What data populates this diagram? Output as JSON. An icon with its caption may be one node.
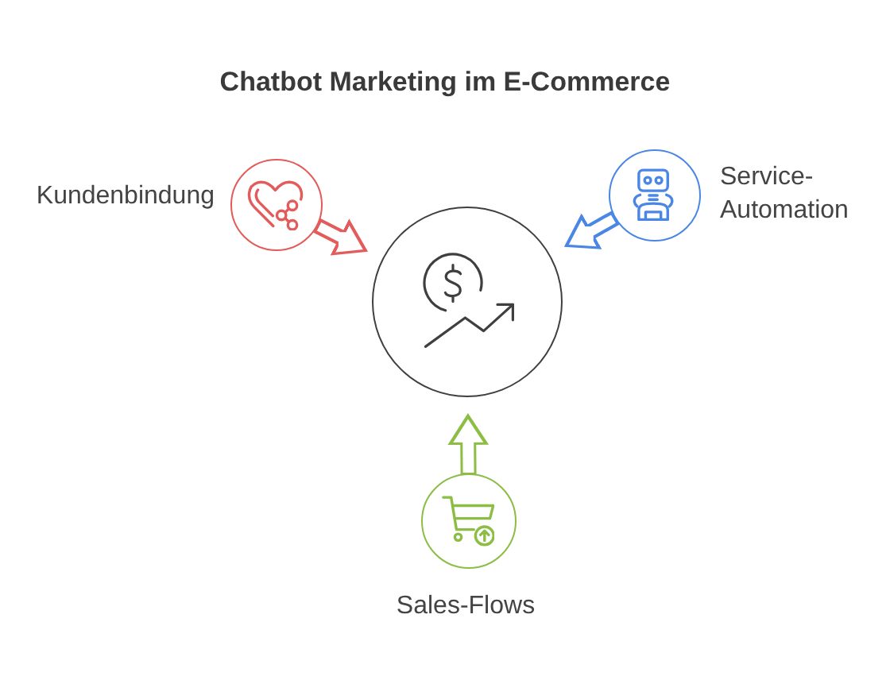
{
  "diagram": {
    "title": "Chatbot Marketing im E-Commerce",
    "nodes": [
      {
        "text": [],
        "shape": "circle",
        "beside": [
          "Kundenbindung"
        ]
      },
      {
        "text": [],
        "shape": "circle",
        "beside": [
          "Service-Automation"
        ]
      },
      {
        "text": [],
        "shape": "circle"
      },
      {
        "text": [],
        "shape": "circle",
        "beside": [
          "Sales-Flows"
        ]
      }
    ],
    "edges": [
      {
        "from": 0,
        "to": 2,
        "arrow": "to",
        "color": "#e35b5b"
      },
      {
        "from": 1,
        "to": 2,
        "arrow": "to",
        "color": "#4a86e5"
      },
      {
        "from": 3,
        "to": 2,
        "arrow": "to",
        "color": "#8cbd45"
      }
    ]
  }
}
